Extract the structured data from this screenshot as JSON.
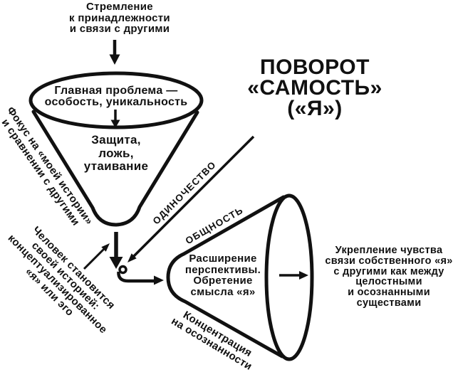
{
  "colors": {
    "ink": "#111111",
    "background": "#ffffff"
  },
  "title": "ПОВОРОТ\n«САМОСТЬ»\n(«Я»)",
  "top_label": "Стремление\nк принадлежности\nи связи с другими",
  "left_funnel": {
    "opening_label": "Главная проблема —\nособость, уникальность",
    "inside_label": "Защита,\nложь,\nутаивание",
    "side_label": "Фокус на «моей истории»\nи сравнении с другими",
    "outcome_label": "Человек становится\nсвоей историей:\nконцептуализированное\n«я» или эго"
  },
  "transition": {
    "from_label": "ОДИНОЧЕСТВО",
    "to_label": "ОБЩНОСТЬ"
  },
  "right_funnel": {
    "inside_label": "Расширение\nперспективы.\nОбретение\nсмысла «я»",
    "bottom_label": "Концентрация\nна осознанности"
  },
  "right_outcome_label": "Укрепление чувства\nсвязи собственного «я»\nс другими как между\nцелостными\nи осознанными\nсуществами"
}
